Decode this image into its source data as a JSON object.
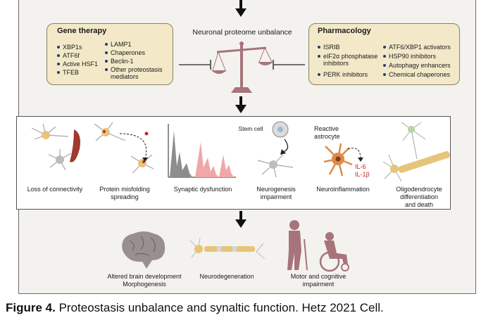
{
  "center_title": "Neuronal proteome unbalance",
  "gene_therapy": {
    "title": "Gene therapy",
    "col1": [
      "XBP1s",
      "ATF6f",
      "Active HSF1",
      "TFEB"
    ],
    "col2": [
      "LAMP1",
      "Chaperones",
      "Beclin-1",
      "Other proteostasis",
      "mediators"
    ]
  },
  "pharmacology": {
    "title": "Pharmacology",
    "col1": [
      "ISRIB",
      "eIF2α phosphatase",
      "inhibitors",
      "PERK inhibitors"
    ],
    "col2": [
      "ATF6/XBP1 activators",
      "HSP90 inhibitors",
      "Autophagy enhancers",
      "Chemical chaperones"
    ]
  },
  "effects": {
    "loss_connectivity": "Loss of connectivity",
    "misfolding": [
      "Protein misfolding",
      "spreading"
    ],
    "synaptic": "Synaptic dysfunction",
    "stem_cell": "Stem cell",
    "neurogenesis": [
      "Neurogenesis",
      "impairment"
    ],
    "reactive": [
      "Reactive",
      "astrocyte"
    ],
    "il6": "IL-6",
    "il1b": "IL-1β",
    "neuroinflammation": "Neuroinflammation",
    "oligo": [
      "Oligodendrocyte",
      "differentiation",
      "and death"
    ]
  },
  "outcomes": {
    "brain": [
      "Altered brain development",
      "Morphogenesis"
    ],
    "neurodegeneration": "Neurodegeneration",
    "motor": [
      "Motor and cognitive",
      "impairment"
    ]
  },
  "caption": {
    "bold": "Figure 4.",
    "text": " Proteostasis unbalance and synaltic function. Hetz 2021 Cell."
  },
  "colors": {
    "panel": "#f3e9c9",
    "bullet": "#1c3f77",
    "scale": "#a8737a",
    "neuron": "#e6c57a",
    "red": "#c0282a"
  }
}
